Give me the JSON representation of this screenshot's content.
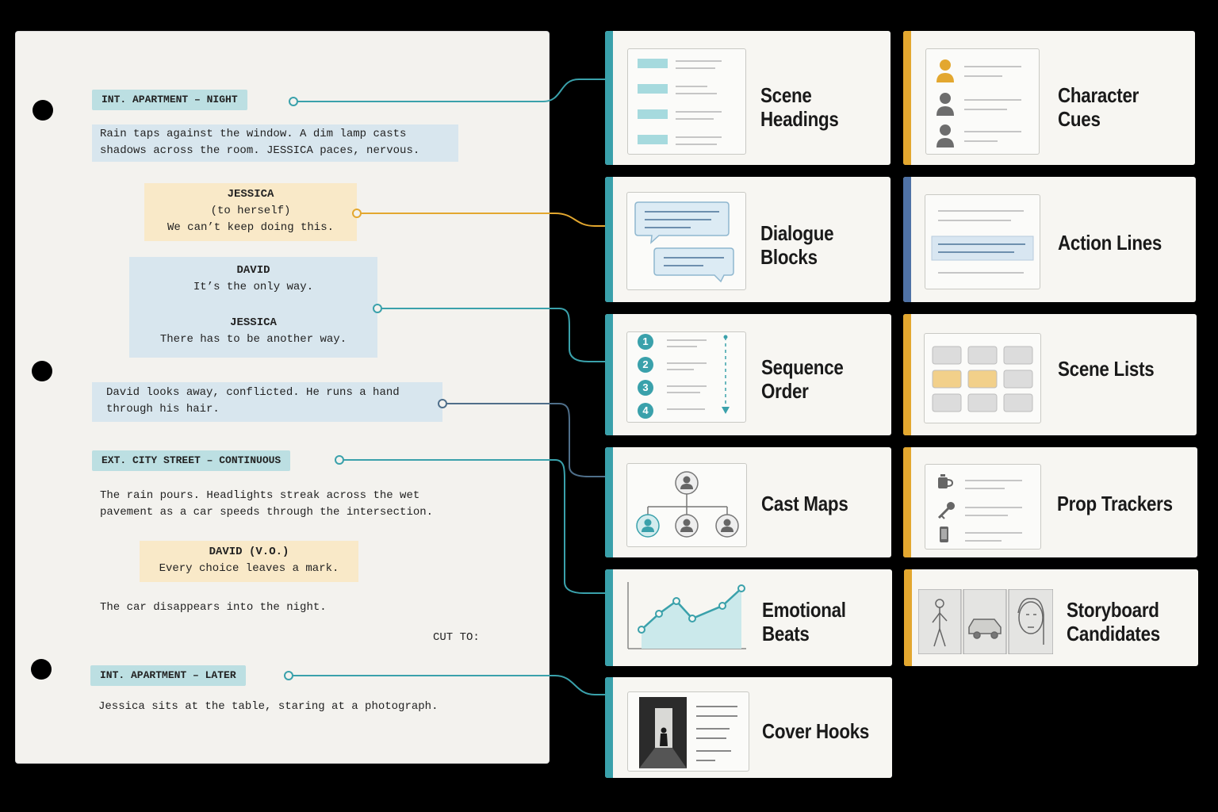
{
  "script": {
    "scene_heading_1": "INT. APARTMENT – NIGHT",
    "action_1": [
      "Rain taps against the window. A dim lamp casts",
      "shadows across the room. JESSICA paces, nervous."
    ],
    "dialogue_1": {
      "character": "JESSICA",
      "parenthetical": "(to herself)",
      "line": "We can’t keep doing this."
    },
    "dialogue_2": {
      "character": "DAVID",
      "line": "It’s the only way."
    },
    "dialogue_3": {
      "character": "JESSICA",
      "line": "There has to be another way."
    },
    "action_2": [
      "David looks away, conflicted. He runs a hand",
      "through his hair."
    ],
    "scene_heading_2": "EXT. CITY STREET – CONTINUOUS",
    "action_3": [
      "The rain pours. Headlights streak across the wet",
      "pavement as a car speeds through the intersection."
    ],
    "dialogue_4": {
      "character": "DAVID (V.O.)",
      "line": "Every choice leaves a mark."
    },
    "action_4": "The car disappears into the night.",
    "transition": "CUT TO:",
    "scene_heading_3": "INT. APARTMENT – LATER",
    "action_5": "Jessica sits at the table, staring at a photograph."
  },
  "features": [
    {
      "id": "scene-headings",
      "label": [
        "Scene",
        "Headings"
      ],
      "accent": "#3aa1ab",
      "icon": "scene-headings-icon"
    },
    {
      "id": "character-cues",
      "label": [
        "Character",
        "Cues"
      ],
      "accent": "#e3a72f",
      "icon": "character-cues-icon"
    },
    {
      "id": "dialogue-blocks",
      "label": [
        "Dialogue",
        "Blocks"
      ],
      "accent": "#3aa1ab",
      "icon": "dialogue-blocks-icon"
    },
    {
      "id": "action-lines",
      "label": [
        "Action Lines"
      ],
      "accent": "#4f72a6",
      "icon": "action-lines-icon"
    },
    {
      "id": "sequence-order",
      "label": [
        "Sequence",
        "Order"
      ],
      "accent": "#3aa1ab",
      "icon": "sequence-order-icon",
      "steps": [
        "1",
        "2",
        "3",
        "4"
      ]
    },
    {
      "id": "scene-lists",
      "label": [
        "Scene Lists"
      ],
      "accent": "#e3a72f",
      "icon": "scene-lists-icon"
    },
    {
      "id": "cast-maps",
      "label": [
        "Cast Maps"
      ],
      "accent": "#3aa1ab",
      "icon": "cast-maps-icon"
    },
    {
      "id": "prop-trackers",
      "label": [
        "Prop Trackers"
      ],
      "accent": "#e3a72f",
      "icon": "prop-trackers-icon"
    },
    {
      "id": "emotional-beats",
      "label": [
        "Emotional",
        "Beats"
      ],
      "accent": "#3aa1ab",
      "icon": "emotional-beats-icon"
    },
    {
      "id": "storyboard-candidates",
      "label": [
        "Storyboard",
        "Candidates"
      ],
      "accent": "#e3a72f",
      "icon": "storyboard-candidates-icon"
    },
    {
      "id": "cover-hooks",
      "label": [
        "Cover Hooks"
      ],
      "accent": "#3aa1ab",
      "icon": "cover-hooks-icon"
    }
  ],
  "colors": {
    "teal": "#3aa1ab",
    "gold": "#e3a72f",
    "slate_blue": "#4f72a6",
    "connector_dark": "#4f6f8a"
  }
}
